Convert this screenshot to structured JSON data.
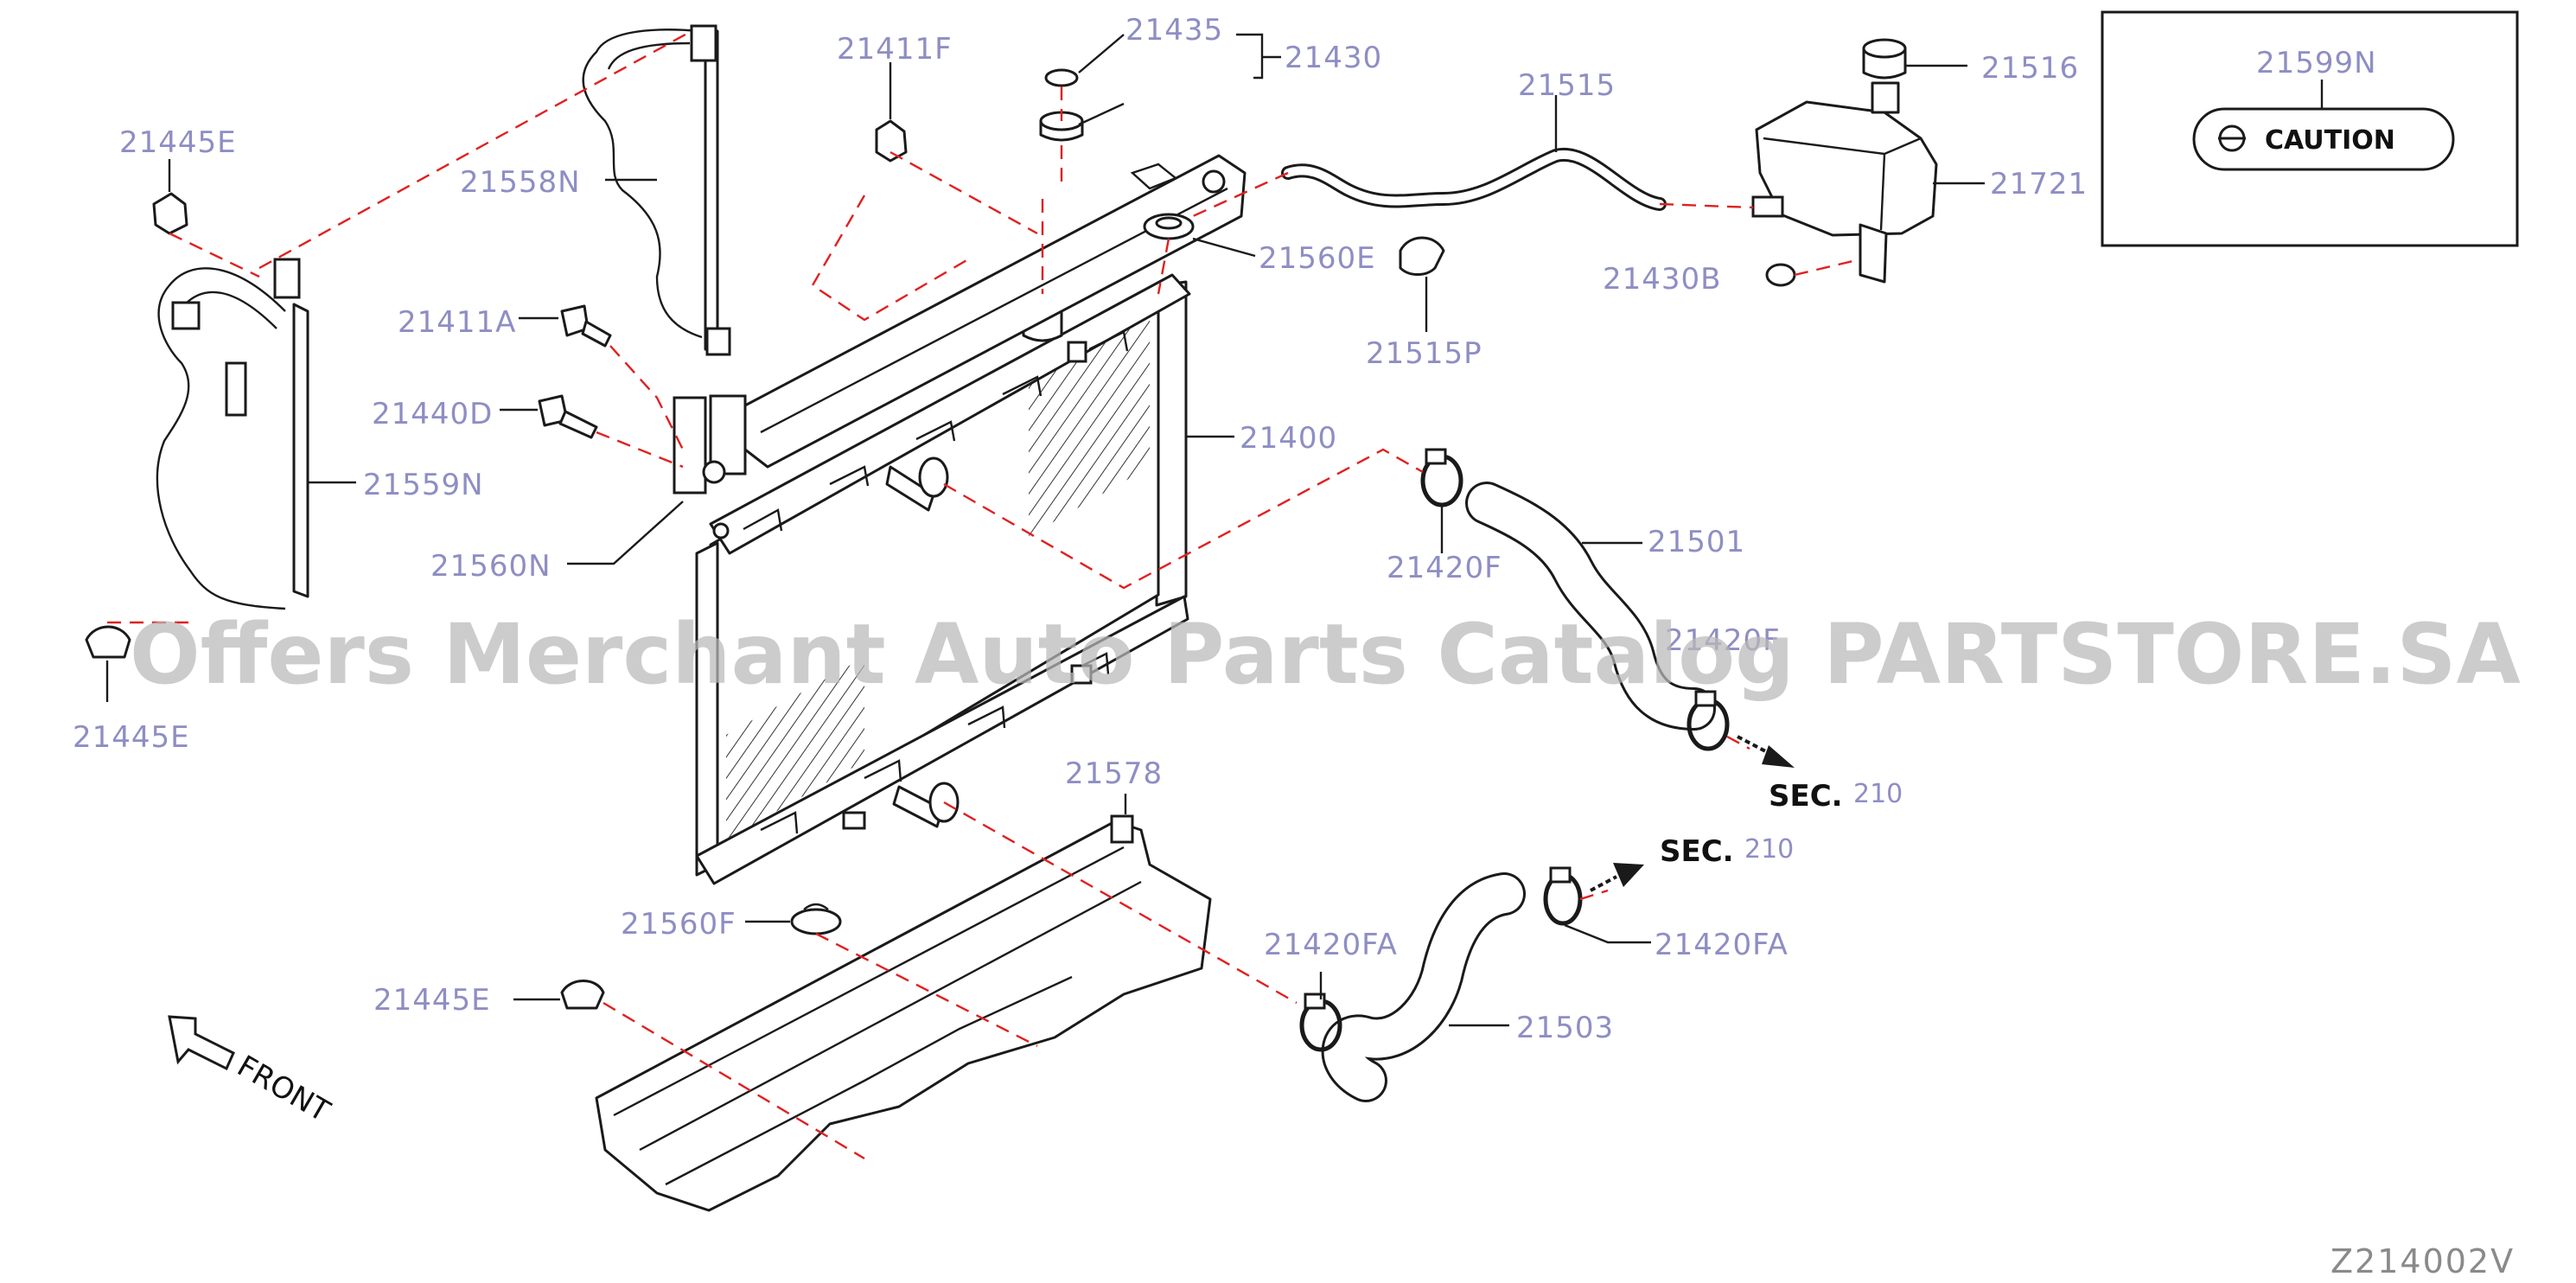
{
  "parts": {
    "p21445E_a": "21445E",
    "p21558N": "21558N",
    "p21411F": "21411F",
    "p21435": "21435",
    "p21430": "21430",
    "p21515": "21515",
    "p21516": "21516",
    "p21599N": "21599N",
    "p21721": "21721",
    "p21560E": "21560E",
    "p21430B": "21430B",
    "p21515P": "21515P",
    "p21411A": "21411A",
    "p21440D": "21440D",
    "p21400": "21400",
    "p21559N": "21559N",
    "p21420F_a": "21420F",
    "p21501": "21501",
    "p21560N": "21560N",
    "p21420F_b": "21420F",
    "p21445E_b": "21445E",
    "p21578": "21578",
    "p21560F": "21560F",
    "p21420FA_a": "21420FA",
    "p21420FA_b": "21420FA",
    "p21445E_c": "21445E",
    "p21503": "21503"
  },
  "sec_a": "SEC.",
  "sec_a_num": "210",
  "sec_b": "SEC.",
  "sec_b_num": "210",
  "caution_label": "CAUTION",
  "front_label": "FRONT",
  "diagram_code": "Z214002V",
  "watermark": "Offers Merchant Auto Parts Catalog PARTSTORE.SA",
  "colors": {
    "label": "#8e8ec4",
    "dash": "#e02020",
    "line": "#1a1a1a"
  }
}
